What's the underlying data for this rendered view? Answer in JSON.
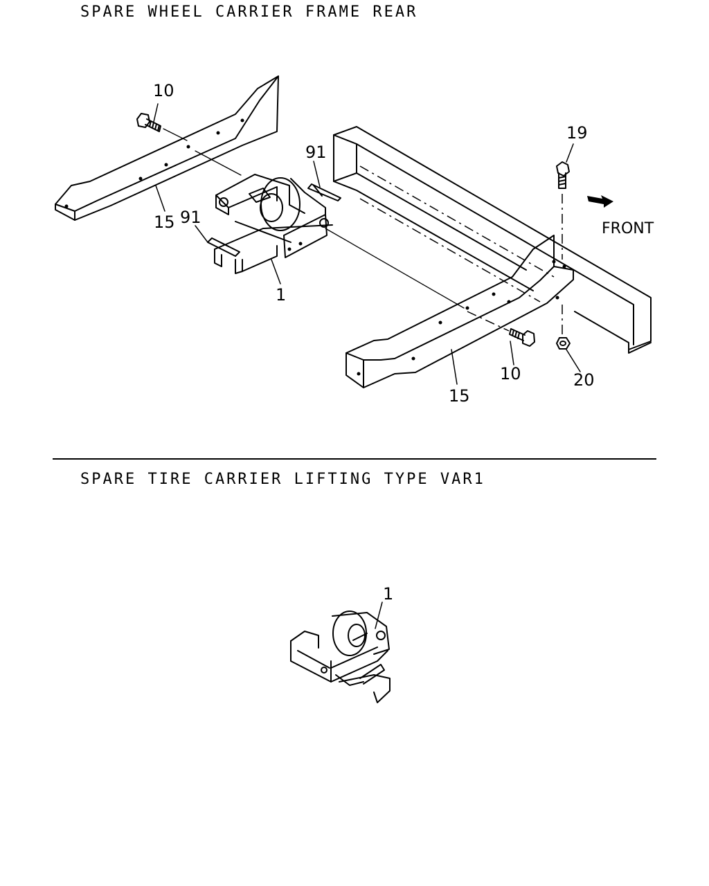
{
  "sections": [
    {
      "title": "SPARE WHEEL CARRIER FRAME REAR",
      "callouts": [
        "10",
        "15",
        "91",
        "91",
        "1",
        "19",
        "10",
        "20",
        "15"
      ],
      "direction_label": "FRONT"
    },
    {
      "title": "SPARE TIRE CARRIER LIFTING TYPE VAR1",
      "callouts": [
        "1"
      ]
    }
  ]
}
